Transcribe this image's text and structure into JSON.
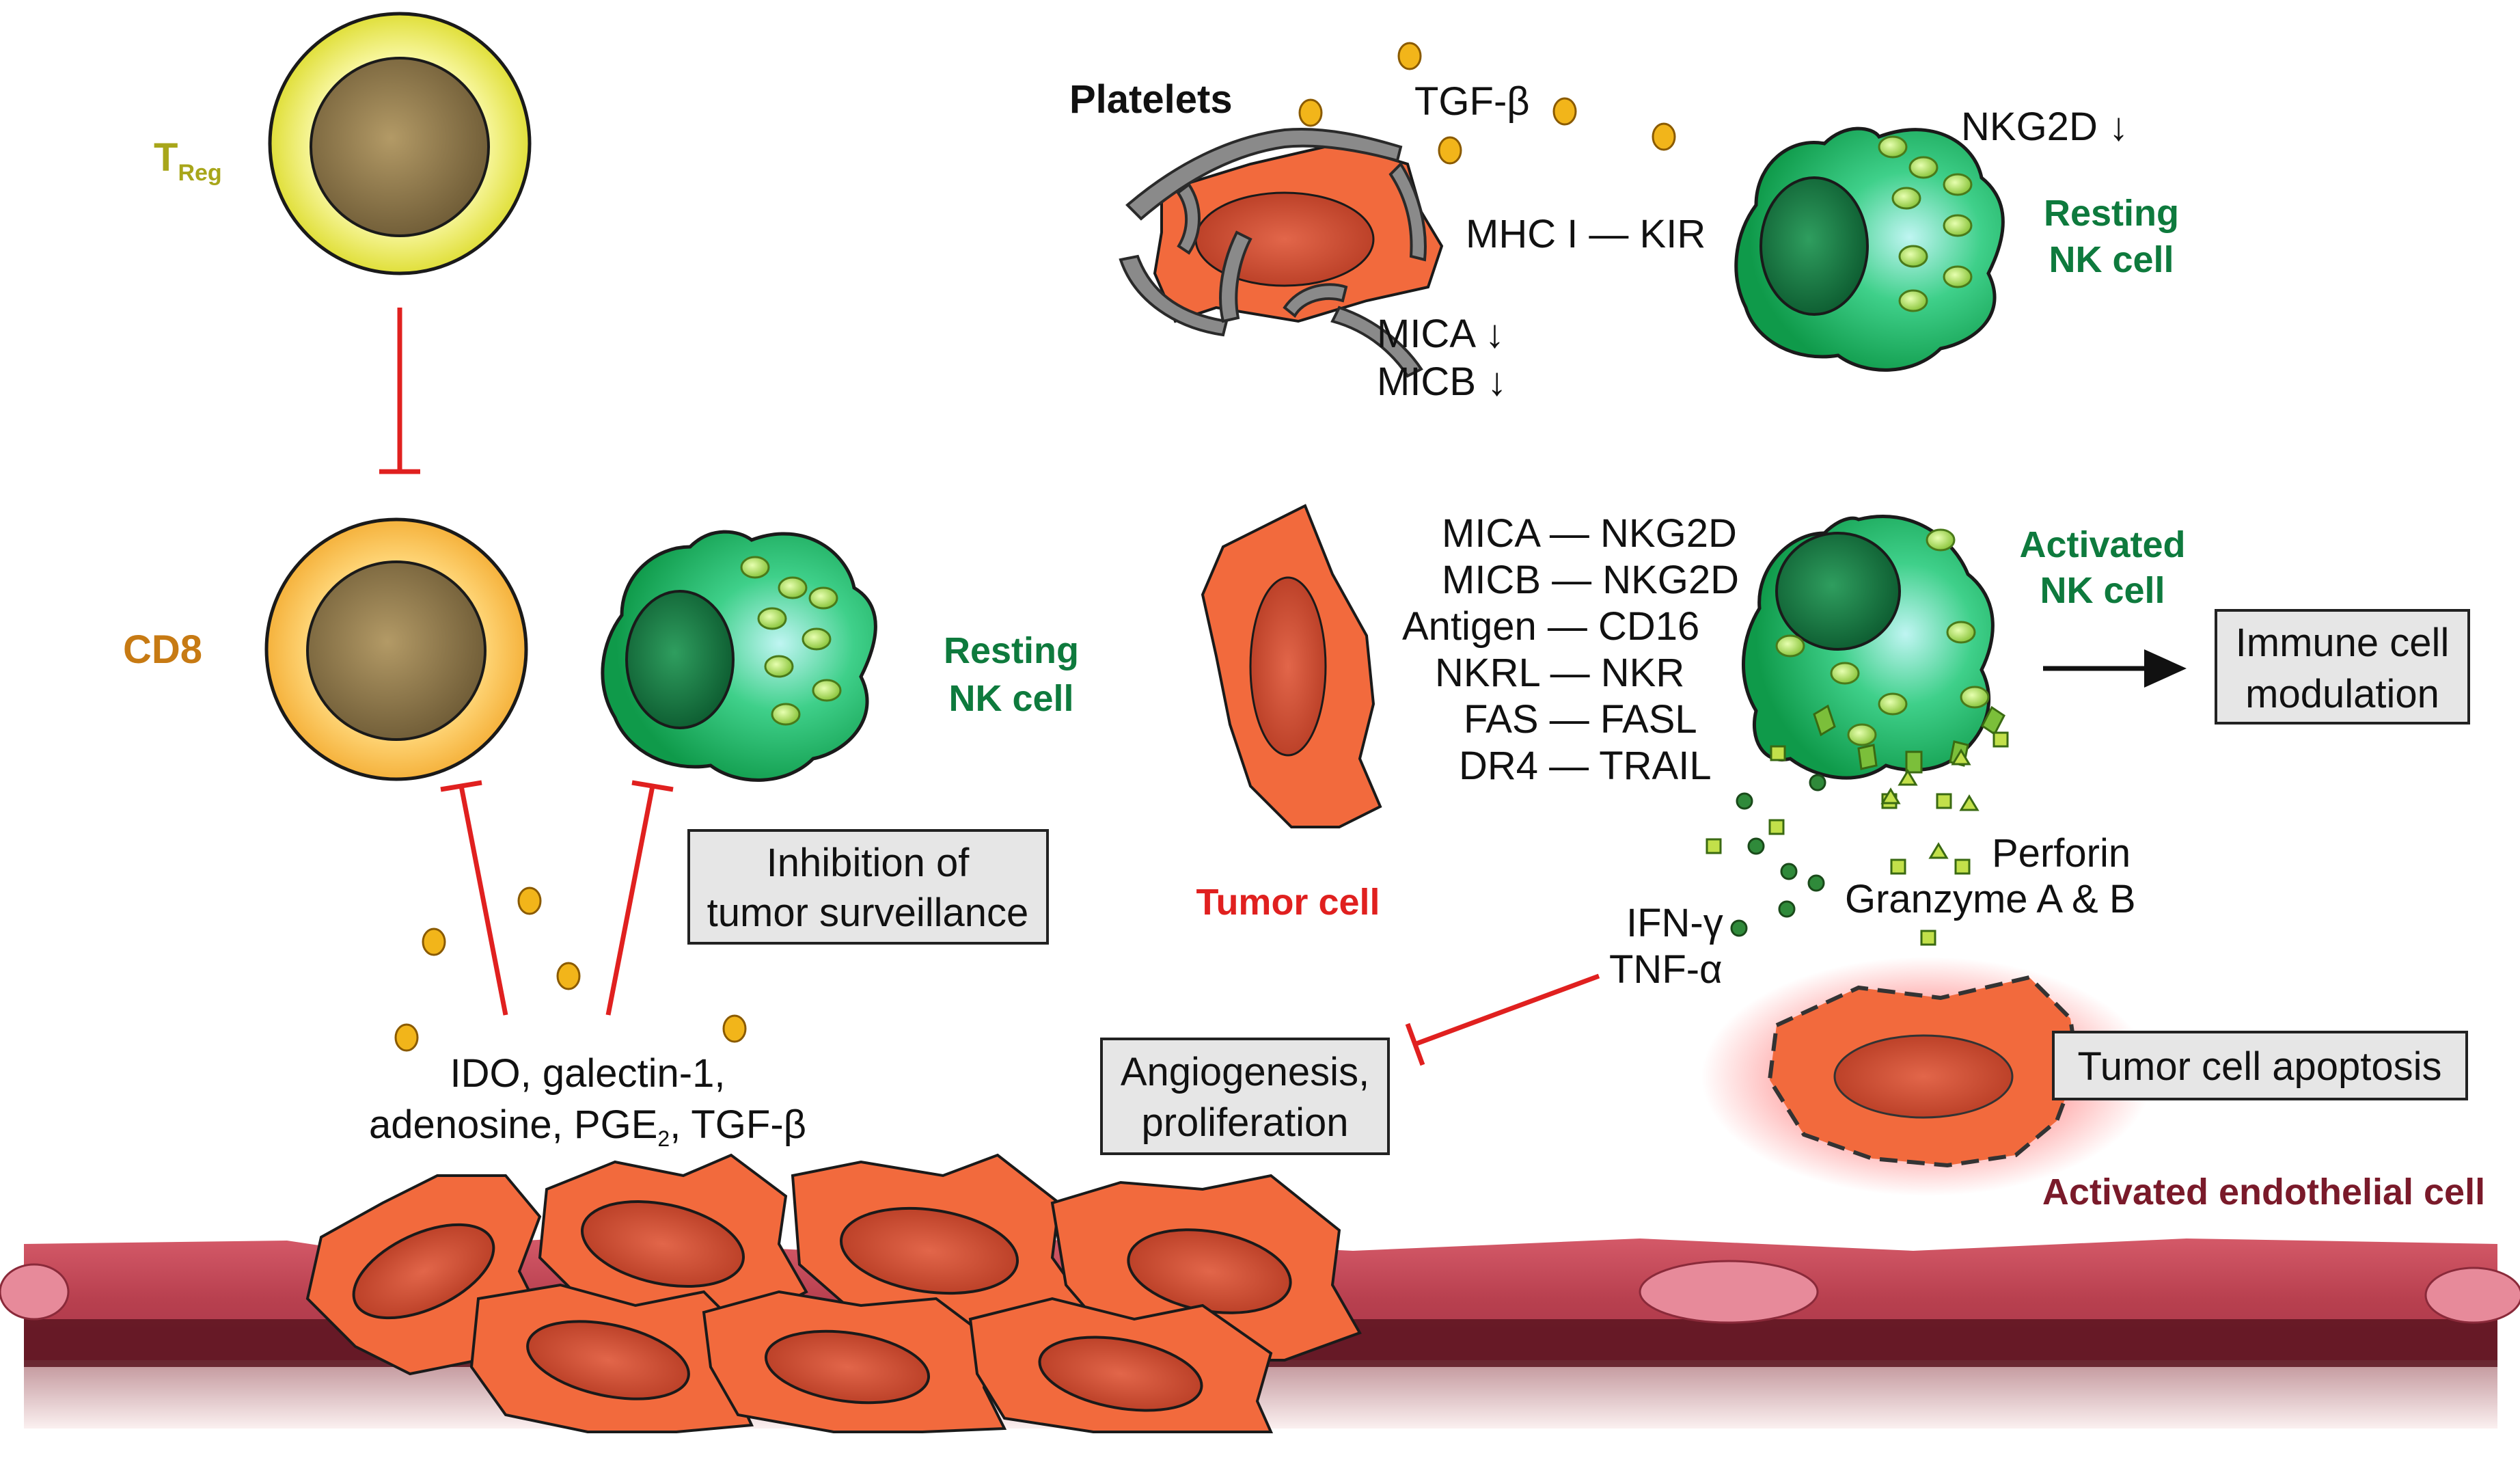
{
  "colors": {
    "treg": "#a8a61a",
    "cd8": "#c77a13",
    "nk_label": "#0e7a3d",
    "tumor_label": "#e0201f",
    "endothelial_label": "#7a1a2a",
    "inhibit_line": "#e0201f",
    "tumor_cell": "#f26a3d",
    "nucleus": "#c9472a"
  },
  "labels": {
    "treg_main": "T",
    "treg_sub": "Reg",
    "cd8": "CD8",
    "resting_nk_left_1": "Resting",
    "resting_nk_left_2": "NK cell",
    "inhibition_box_1": "Inhibition of",
    "inhibition_box_2": "tumor surveillance",
    "ido_line1": "IDO, galectin-1,",
    "ido_line2_a": "adenosine, PGE",
    "ido_line2_sub": "2",
    "ido_line2_b": ", TGF-β",
    "platelets": "Platelets",
    "tgf_beta": "TGF-β",
    "mhc_kir": "MHC I — KIR",
    "mica_down": "MICA ↓",
    "micb_down": "MICB ↓",
    "nkg2d_down": "NKG2D ↓",
    "resting_nk_right_1": "Resting",
    "resting_nk_right_2": "NK cell",
    "pairs": [
      "MICA — NKG2D",
      "MICB — NKG2D",
      "Antigen —  CD16",
      "NKRL — NKR",
      "FAS — FASL",
      "DR4 — TRAIL"
    ],
    "activated_nk_1": "Activated",
    "activated_nk_2": "NK cell",
    "immune_box_1": "Immune cell",
    "immune_box_2": "modulation",
    "tumor_cell": "Tumor cell",
    "perforin": "Perforin",
    "granzyme": "Granzyme A & B",
    "ifn": "IFN-γ",
    "tnf": "TNF-α",
    "angio_box_1": "Angiogenesis,",
    "angio_box_2": "proliferation",
    "apoptosis_box": "Tumor cell apoptosis",
    "endothelial": "Activated endothelial cell"
  }
}
